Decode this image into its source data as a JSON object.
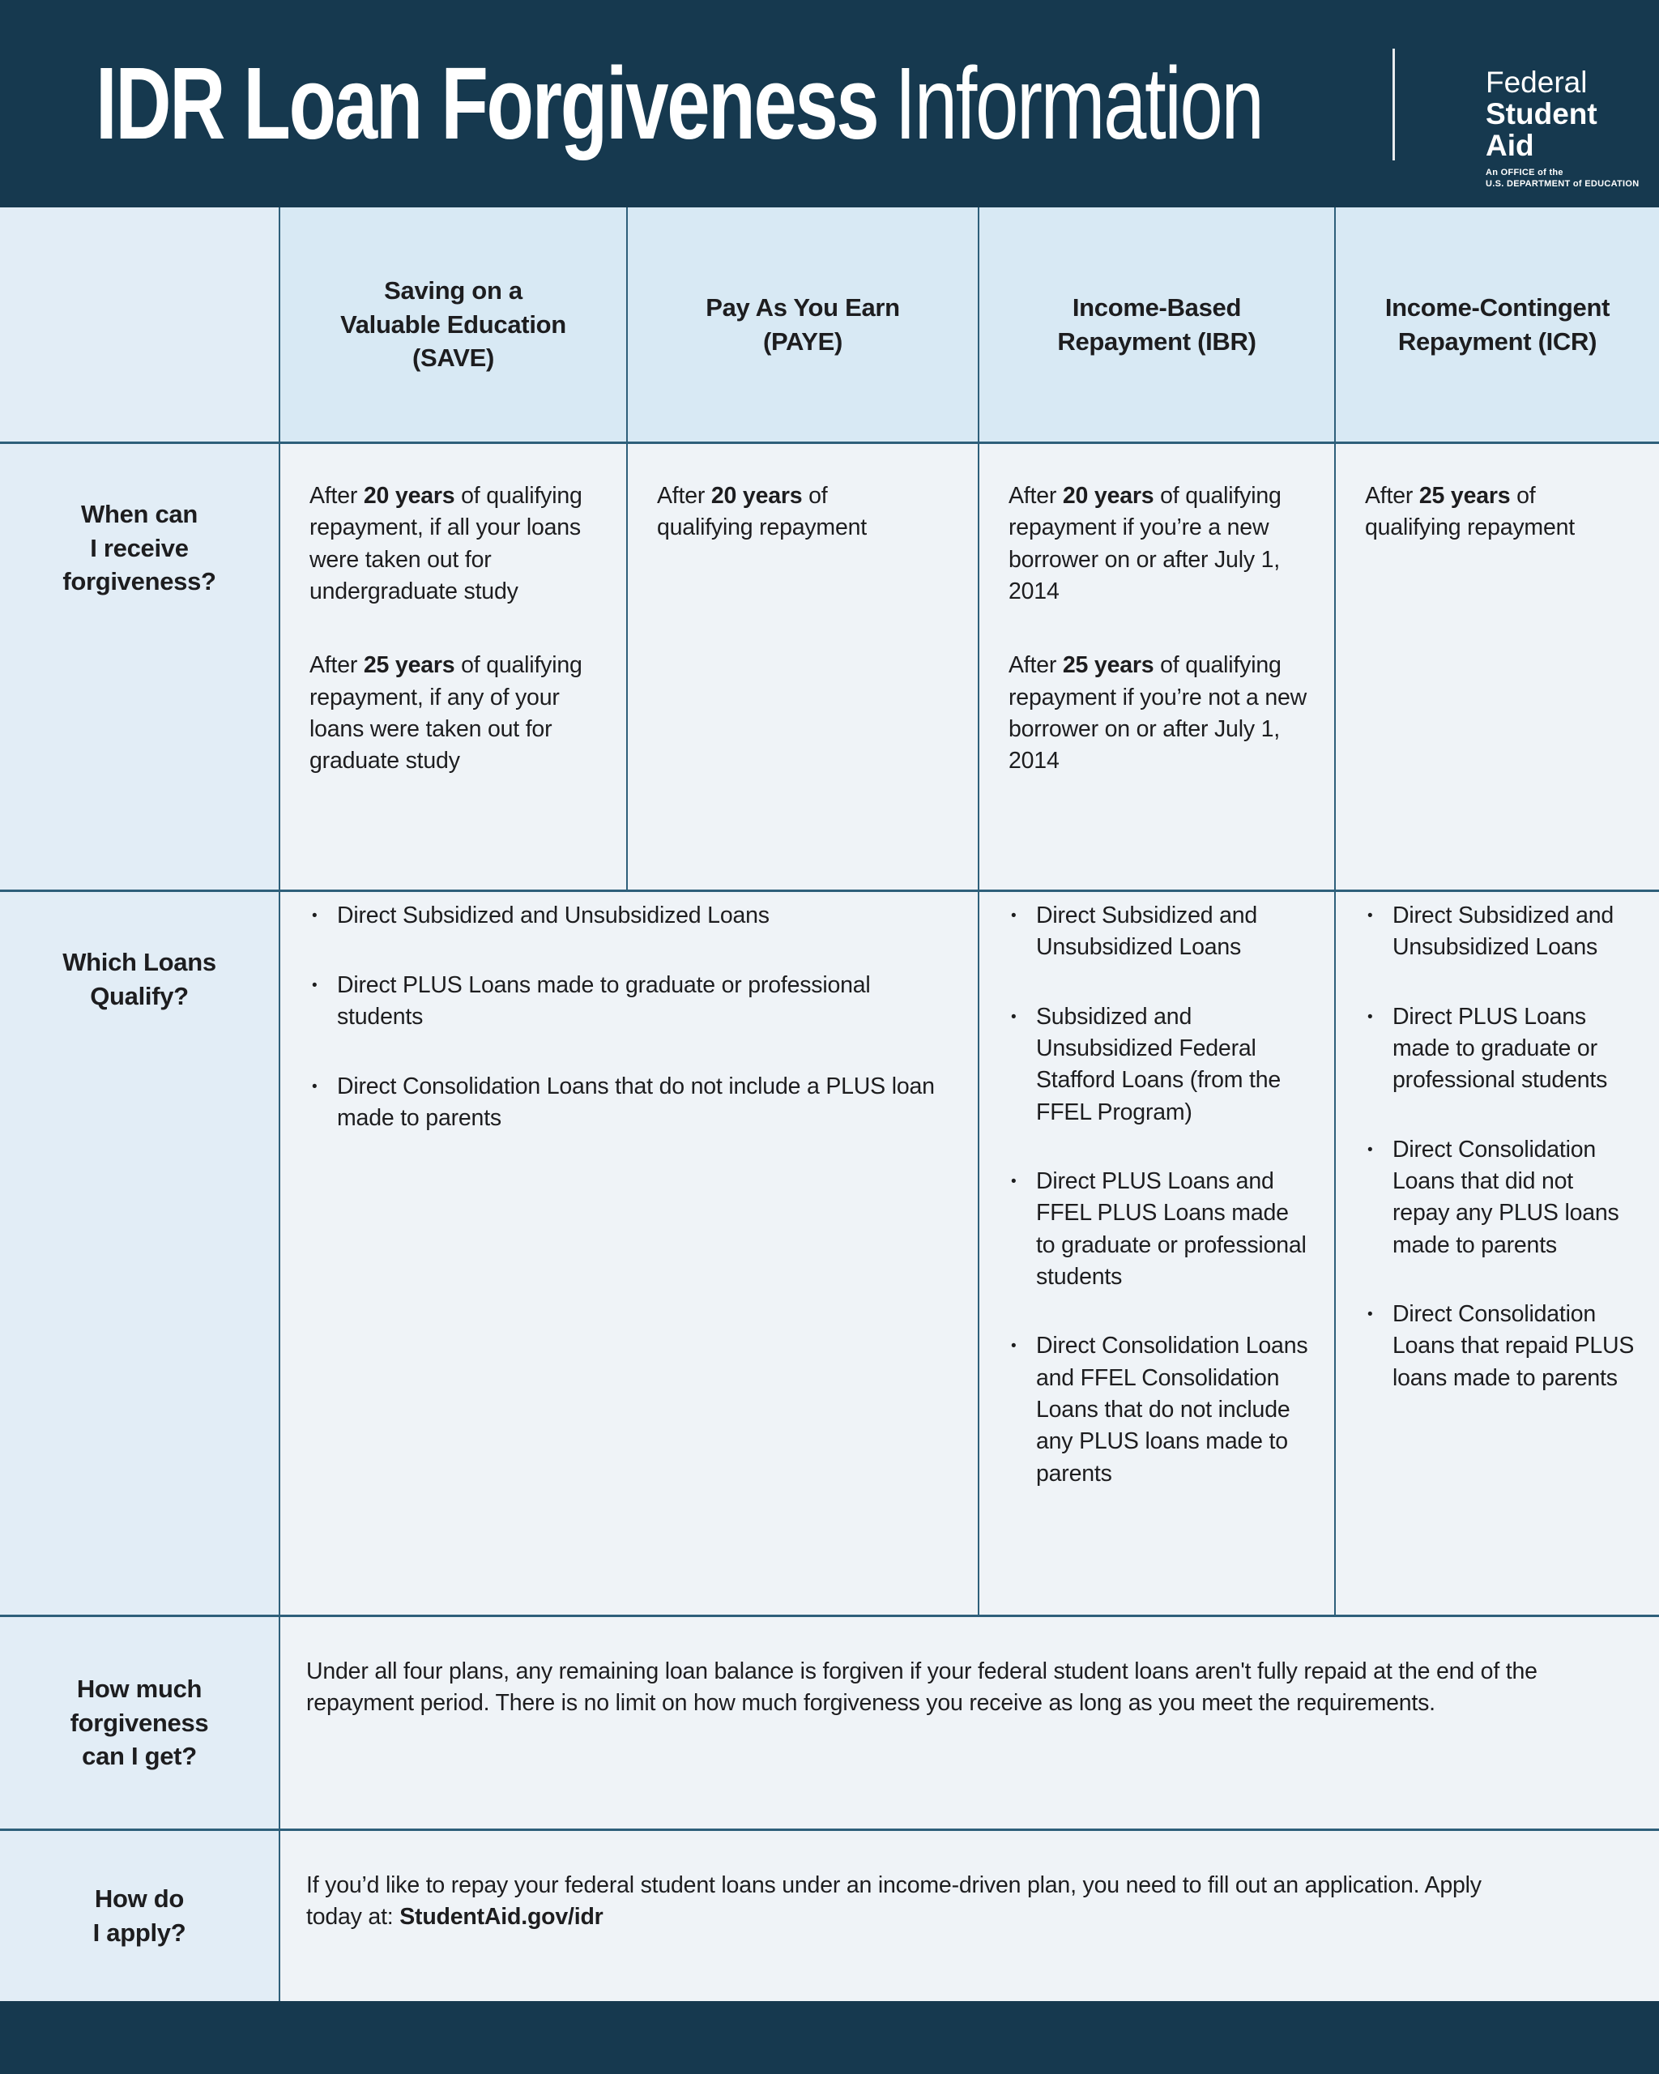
{
  "banner": {
    "title_bold": "IDR Loan Forgiveness",
    "title_light": "Information",
    "logo": {
      "line1": "Federal",
      "line2": "Student",
      "line3": "Aid",
      "sub1": "An OFFICE of the",
      "sub2": "U.S. DEPARTMENT of EDUCATION"
    }
  },
  "glyphs": {
    "bullet": "•"
  },
  "colors": {
    "banner_navy": "#16394f",
    "grid_line": "#2e5f7a",
    "header_row_blue": "#d8e9f4",
    "label_column_blue": "#e2edf6",
    "cell_background": "#eff3f7"
  },
  "plans": [
    {
      "name": "Saving on a\nValuable Education\n(SAVE)"
    },
    {
      "name": "Pay As You Earn\n(PAYE)"
    },
    {
      "name": "Income-Based\nRepayment (IBR)"
    },
    {
      "name": "Income-Contingent\nRepayment (ICR)"
    }
  ],
  "row_labels": {
    "when": "When can\nI receive\nforgiveness?",
    "loans": "Which Loans\nQualify?",
    "amount": "How much\nforgiveness\ncan I get?",
    "apply": "How do\nI apply?"
  },
  "when": {
    "save": {
      "p1": {
        "pre": "After ",
        "bold": "20 years",
        "post": " of qualifying repayment, if all your loans were taken out for undergraduate study"
      },
      "p2": {
        "pre": "After ",
        "bold": "25 years",
        "post": " of qualifying repayment, if any of your loans were taken out for graduate study"
      }
    },
    "paye": {
      "p1": {
        "pre": "After ",
        "bold": "20 years",
        "post": " of qualifying repayment"
      }
    },
    "ibr": {
      "p1": {
        "pre": "After ",
        "bold": "20 years",
        "post": " of qualifying repayment if you’re a new borrower on or after July 1, 2014"
      },
      "p2": {
        "pre": "After ",
        "bold": "25 years",
        "post": " of qualifying repayment if you’re not a new borrower on or after July 1, 2014"
      }
    },
    "icr": {
      "p1": {
        "pre": "After ",
        "bold": "25 years",
        "post": " of qualifying repayment"
      }
    }
  },
  "loans": {
    "save_paye": [
      "Direct Subsidized and Unsubsidized Loans",
      "Direct PLUS Loans made to graduate or professional students",
      "Direct Consolidation Loans that do not include a PLUS loan made to parents"
    ],
    "ibr": [
      "Direct Subsidized and Unsubsidized Loans",
      "Subsidized and Unsubsidized Federal Stafford Loans (from the FFEL Program)",
      "Direct PLUS Loans and FFEL PLUS Loans made to graduate or professional students",
      "Direct Consolidation Loans and FFEL Consolidation Loans that do not include any PLUS loans made to parents"
    ],
    "icr": [
      "Direct Subsidized and Unsubsidized Loans",
      "Direct PLUS Loans made to graduate or professional students",
      "Direct Consolidation Loans that did not repay any PLUS loans made to parents",
      "Direct Consolidation Loans that repaid PLUS loans made to parents"
    ]
  },
  "amount": {
    "text": "Under all four plans, any remaining loan balance is forgiven if your federal student loans aren't fully repaid at the end of the repayment period. There is no limit on how much forgiveness you receive as long as you meet the requirements."
  },
  "apply": {
    "pre": "If you’d like to repay your federal student loans under an income-driven plan, you need to fill out an application. Apply today at: ",
    "bold": "StudentAid.gov/idr"
  }
}
